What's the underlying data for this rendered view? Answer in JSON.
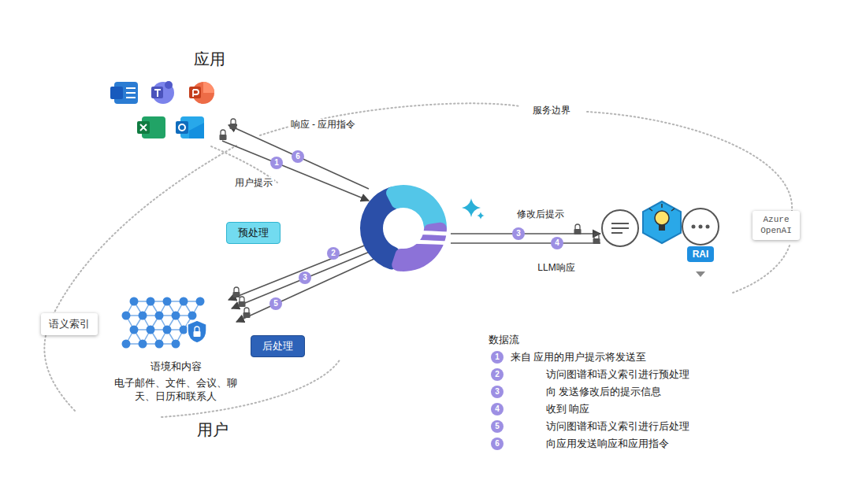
{
  "diagram": {
    "nodes": [
      {
        "text": [
          "应用"
        ]
      },
      {
        "text": [
          "预处理"
        ]
      },
      {
        "text": [
          "后处理"
        ]
      },
      {
        "text": [
          "语义索引"
        ]
      },
      {
        "text": [
          "语境和内容",
          "电子邮件、文件、会议、聊天、日历和联系人"
        ]
      },
      {
        "text": [
          "RAI"
        ]
      },
      {
        "text": [
          "Azure OpenAI"
        ]
      }
    ],
    "labels": [
      "服务边界",
      "响应 - 应用指令",
      "6",
      "1",
      "用户提示",
      "修改后提示",
      "3",
      "4",
      "LLM响应",
      "2",
      "3",
      "5",
      "用户",
      "数据流",
      "1",
      "来自 应用的用户提示将发送至",
      "2",
      "访问图谱和语义索引进行预处理",
      "3",
      "向 发送修改后的提示信息",
      "4",
      "收到 响应",
      "5",
      "访问图谱和语义索引进行后处理",
      "6",
      "向应用发送响应和应用指令"
    ]
  }
}
